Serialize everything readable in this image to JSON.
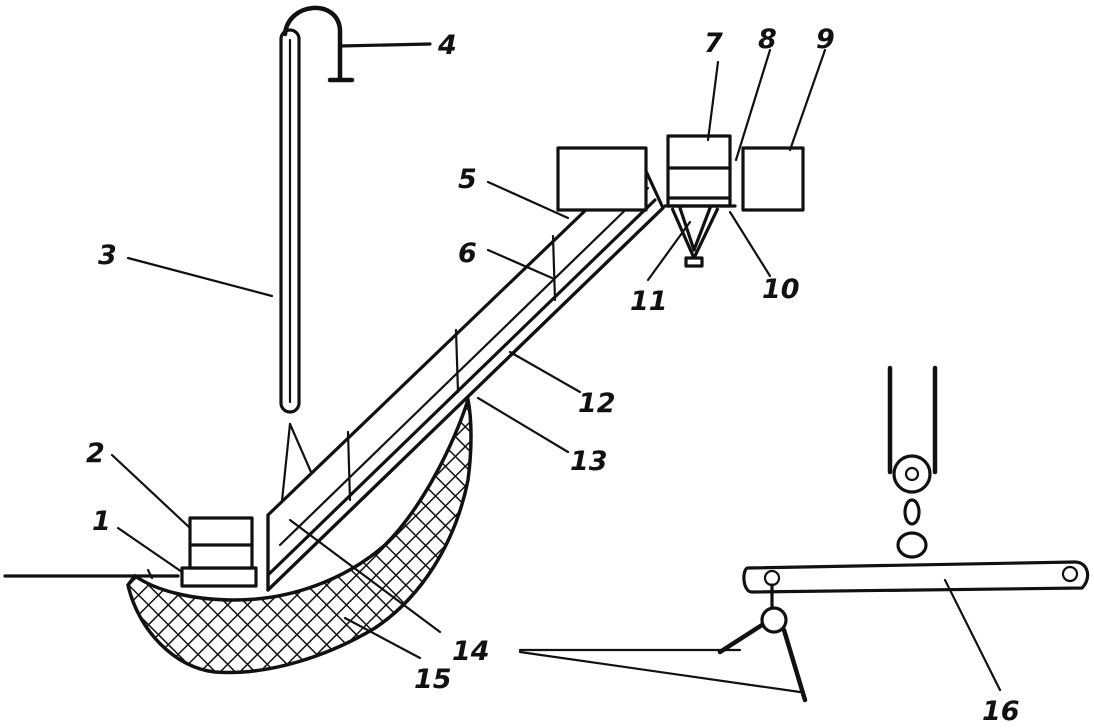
{
  "labels": {
    "l1": "1",
    "l2": "2",
    "l3": "3",
    "l4": "4",
    "l5": "5",
    "l6": "6",
    "l7": "7",
    "l8": "8",
    "l9": "9",
    "l10": "10",
    "l11": "11",
    "l12": "12",
    "l13": "13",
    "l14": "14",
    "l15": "15",
    "l16": "16"
  },
  "colors": {
    "ink": "#111111",
    "paper": "#ffffff"
  }
}
